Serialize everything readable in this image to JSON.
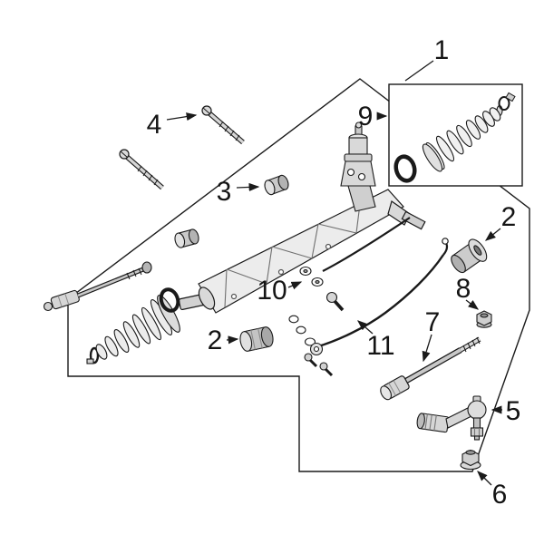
{
  "diagram": {
    "kind": "exploded-parts-diagram",
    "background": "#ffffff",
    "ink_color": "#1a1a1a",
    "part_fill_light": "#ececec",
    "part_fill_mid": "#d6d6d6",
    "part_fill_dark": "#b0b0b0",
    "callouts": [
      {
        "label": "1"
      },
      {
        "label": "9"
      },
      {
        "label": "4"
      },
      {
        "label": "3"
      },
      {
        "label": "2"
      },
      {
        "label": "8"
      },
      {
        "label": "10"
      },
      {
        "label": "7"
      },
      {
        "label": "2"
      },
      {
        "label": "11"
      },
      {
        "label": "5"
      },
      {
        "label": "6"
      }
    ]
  }
}
